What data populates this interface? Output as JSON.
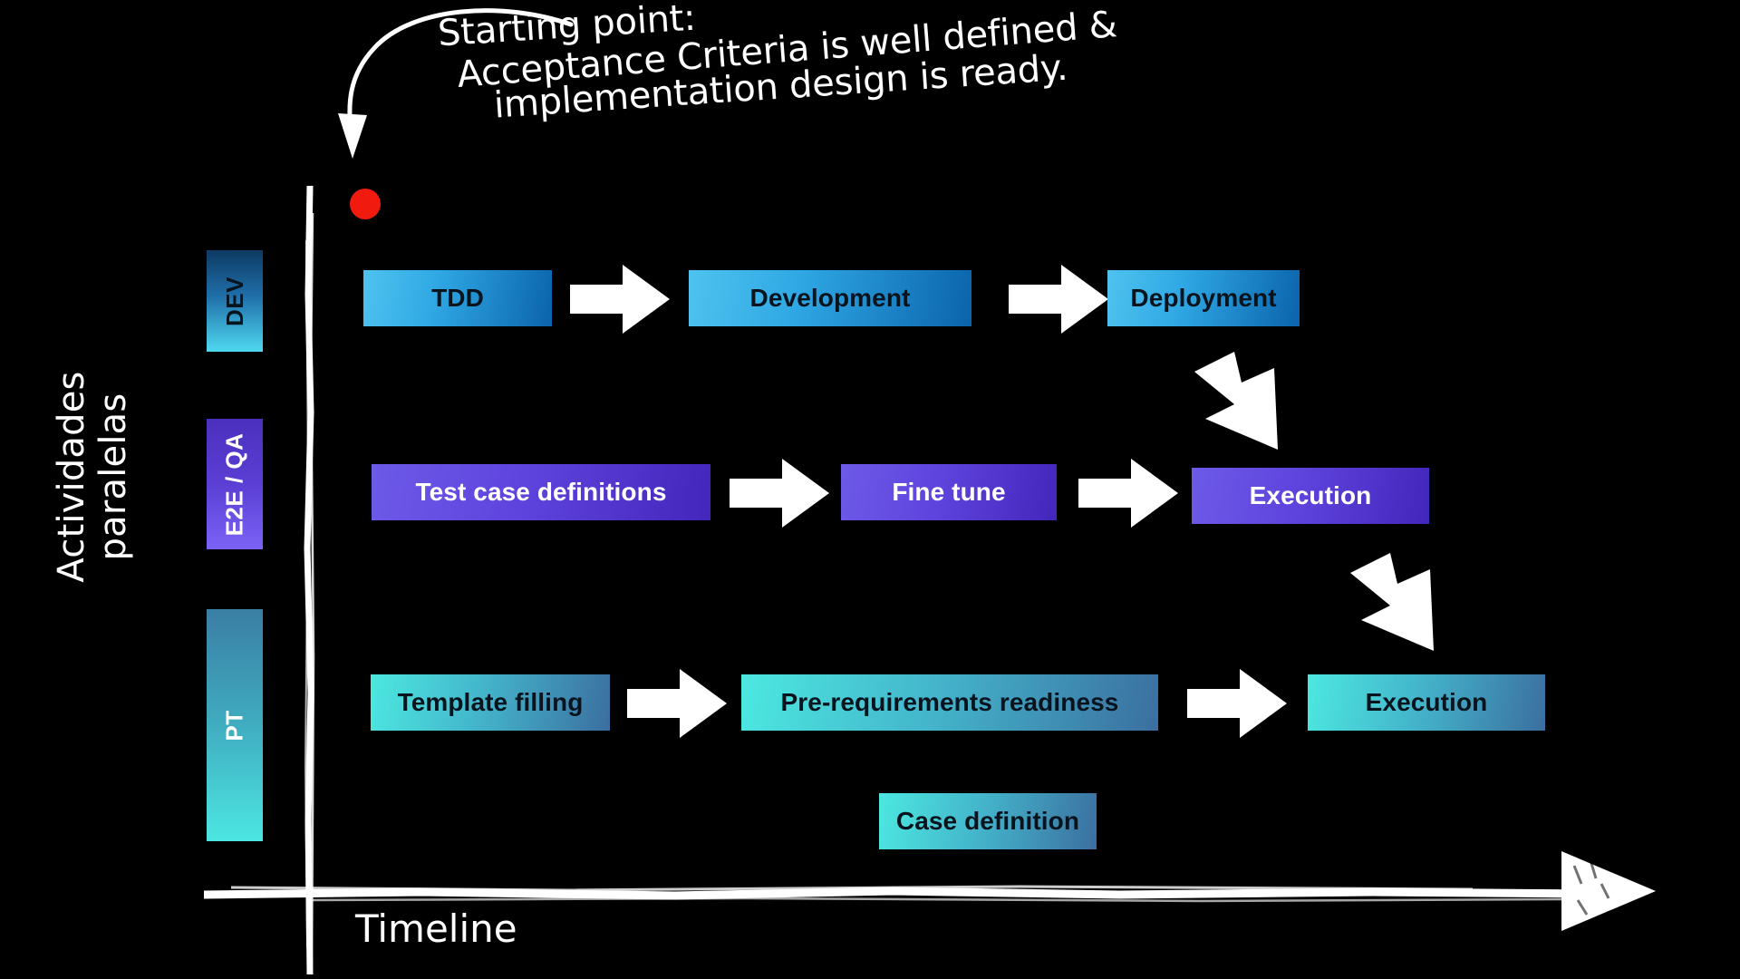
{
  "annotation": {
    "line1": "Starting point:",
    "line2": "Acceptance Criteria is well defined &",
    "line3": "implementation design is ready."
  },
  "axes": {
    "y_title": "Actividades paralelas",
    "x_title": "Timeline"
  },
  "colors": {
    "background": "#000000",
    "start_marker": "#f01b0e",
    "dev_accent": "#2fa8e4",
    "qa_accent": "#5e43dd",
    "pt_accent": "#44b6cc",
    "arrow": "#ffffff",
    "axis": "#ffffff"
  },
  "lanes": [
    {
      "id": "dev",
      "label": "DEV"
    },
    {
      "id": "qa",
      "label": "E2E / QA"
    },
    {
      "id": "pt",
      "label": "PT"
    }
  ],
  "rows": {
    "dev": {
      "steps": [
        {
          "label": "TDD"
        },
        {
          "label": "Development"
        },
        {
          "label": "Deployment"
        }
      ]
    },
    "qa": {
      "steps": [
        {
          "label": "Test case definitions"
        },
        {
          "label": "Fine tune"
        },
        {
          "label": "Execution"
        }
      ]
    },
    "pt": {
      "steps": [
        {
          "label": "Template filling"
        },
        {
          "label": "Pre-requirements readiness"
        },
        {
          "label": "Execution"
        }
      ],
      "extra": {
        "label": "Case definition"
      }
    }
  }
}
